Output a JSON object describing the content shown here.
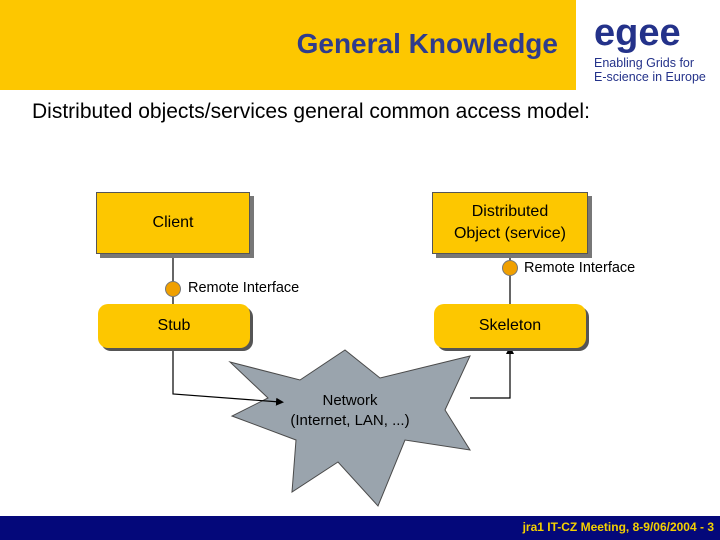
{
  "header": {
    "title": "General Knowledge",
    "logo": {
      "wordmark": "egee",
      "tagline_line1": "Enabling Grids for",
      "tagline_line2": "E-science in Europe"
    }
  },
  "subtitle": "Distributed objects/services general common access model:",
  "diagram": {
    "client": "Client",
    "distributed_object_line1": "Distributed",
    "distributed_object_line2": "Object (service)",
    "remote_interface_right": "Remote Interface",
    "remote_interface_left": "Remote Interface",
    "stub": "Stub",
    "skeleton": "Skeleton",
    "network_line1": "Network",
    "network_line2": "(Internet, LAN, ...)"
  },
  "footer": {
    "text": "jra1 IT-CZ Meeting, 8-9/06/2004 - 3"
  },
  "colors": {
    "accent_yellow": "#fdc700",
    "title_blue": "#2f3c8c",
    "footer_navy": "#04087a",
    "footer_text": "#f4d000",
    "network_fill": "#9aa4ad"
  }
}
